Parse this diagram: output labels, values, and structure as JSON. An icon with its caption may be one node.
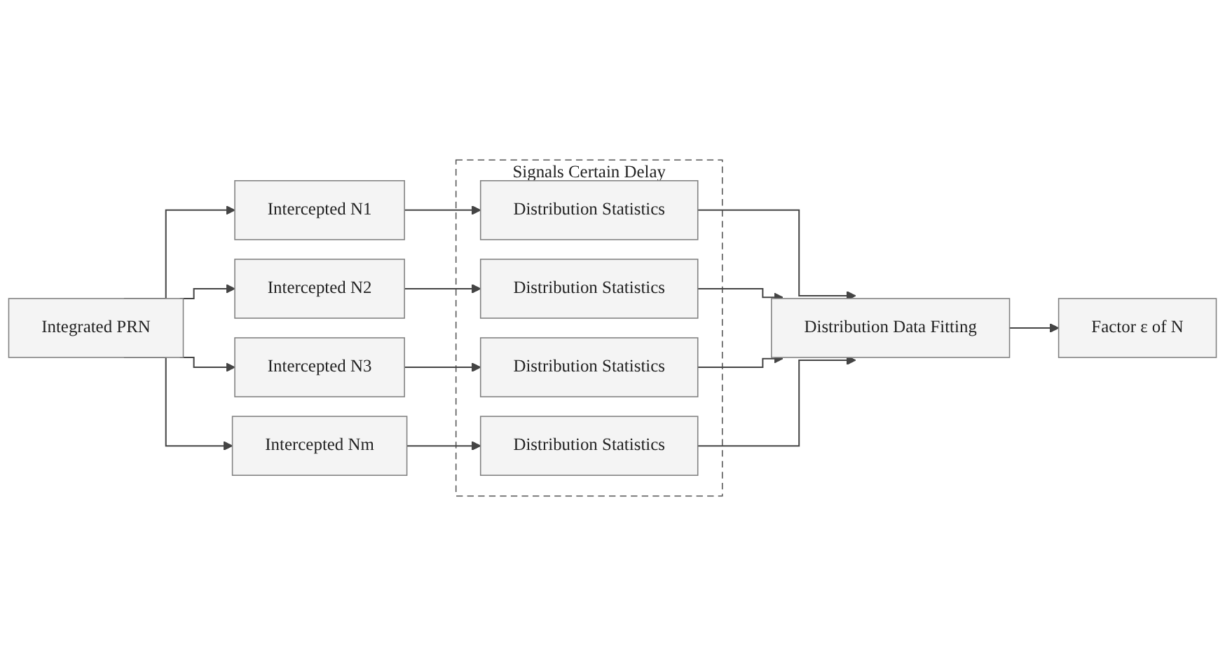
{
  "diagram": {
    "nodes": [
      {
        "text": [
          "Integrated PRN"
        ]
      },
      {
        "text": [
          "Intercepted N1"
        ]
      },
      {
        "text": [
          "Intercepted N2"
        ]
      },
      {
        "text": [
          "Intercepted N3"
        ]
      },
      {
        "text": [
          "Intercepted Nm"
        ]
      },
      {
        "text": [
          "Signals Certain Delay"
        ]
      },
      {
        "text": [
          "Distribution Statistics"
        ],
        "in": 5
      },
      {
        "text": [
          "Distribution Statistics"
        ],
        "in": 5
      },
      {
        "text": [
          "Distribution Statistics"
        ],
        "in": 5
      },
      {
        "text": [
          "Distribution Statistics"
        ],
        "in": 5
      },
      {
        "text": [
          "Distribution Data Fitting"
        ]
      },
      {
        "text": [
          "Factor ε of N"
        ]
      }
    ],
    "edges": [
      {
        "from": 0,
        "to": 1,
        "arrow": "to"
      },
      {
        "from": 0,
        "to": 2,
        "arrow": "to"
      },
      {
        "from": 0,
        "to": 3,
        "arrow": "to"
      },
      {
        "from": 0,
        "to": 4,
        "arrow": "to"
      },
      {
        "from": 1,
        "to": 6,
        "arrow": "to"
      },
      {
        "from": 2,
        "to": 7,
        "arrow": "to"
      },
      {
        "from": 3,
        "to": 8,
        "arrow": "to"
      },
      {
        "from": 4,
        "to": 9,
        "arrow": "to"
      },
      {
        "from": 6,
        "to": 10,
        "arrow": "to"
      },
      {
        "from": 7,
        "to": 10,
        "arrow": "to"
      },
      {
        "from": 8,
        "to": 10,
        "arrow": "to"
      },
      {
        "from": 9,
        "to": 10,
        "arrow": "to"
      },
      {
        "from": 10,
        "to": 11,
        "arrow": "to"
      }
    ]
  }
}
